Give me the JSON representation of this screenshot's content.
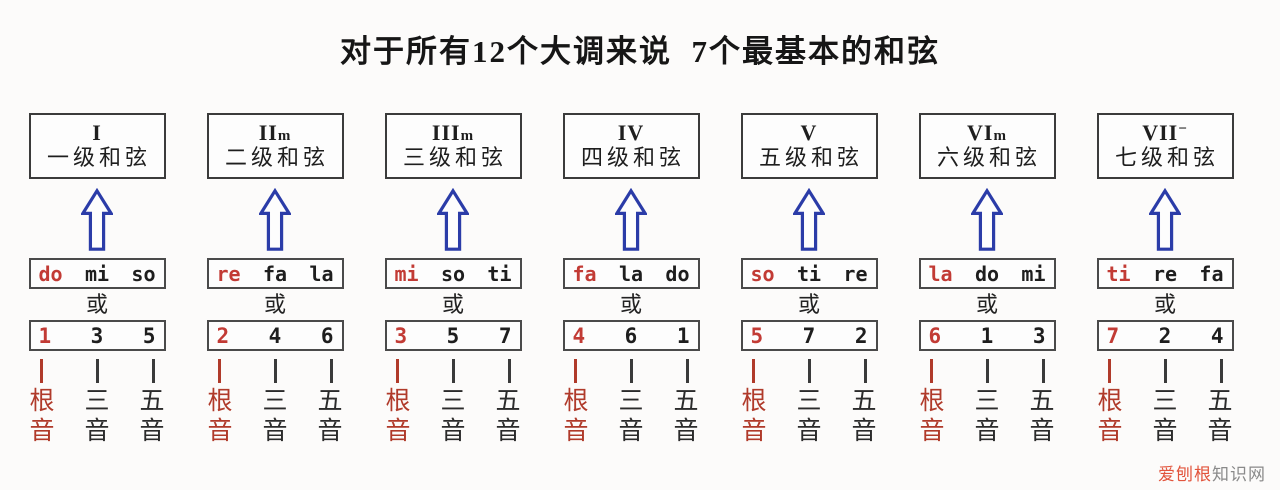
{
  "title": "对于所有12个大调来说  7个最基本的和弦",
  "or_label": "或",
  "roles": [
    "根音",
    "三音",
    "五音"
  ],
  "watermark": {
    "highlight": "爱刨根",
    "suffix": "知识网"
  },
  "colors": {
    "accent_red": "#c23b35",
    "role_red": "#b03a2a",
    "arrow_blue": "#2b3ca8",
    "watermark_red": "#e2543c"
  },
  "columns": [
    {
      "numeral": "I",
      "minor_suffix": "",
      "dim_suffix": "",
      "name": "一级和弦",
      "notes": [
        "do",
        "mi",
        "so"
      ],
      "degrees": [
        "1",
        "3",
        "5"
      ]
    },
    {
      "numeral": "II",
      "minor_suffix": "m",
      "dim_suffix": "",
      "name": "二级和弦",
      "notes": [
        "re",
        "fa",
        "la"
      ],
      "degrees": [
        "2",
        "4",
        "6"
      ]
    },
    {
      "numeral": "III",
      "minor_suffix": "m",
      "dim_suffix": "",
      "name": "三级和弦",
      "notes": [
        "mi",
        "so",
        "ti"
      ],
      "degrees": [
        "3",
        "5",
        "7"
      ]
    },
    {
      "numeral": "IV",
      "minor_suffix": "",
      "dim_suffix": "",
      "name": "四级和弦",
      "notes": [
        "fa",
        "la",
        "do"
      ],
      "degrees": [
        "4",
        "6",
        "1"
      ]
    },
    {
      "numeral": "V",
      "minor_suffix": "",
      "dim_suffix": "",
      "name": "五级和弦",
      "notes": [
        "so",
        "ti",
        "re"
      ],
      "degrees": [
        "5",
        "7",
        "2"
      ]
    },
    {
      "numeral": "VI",
      "minor_suffix": "m",
      "dim_suffix": "",
      "name": "六级和弦",
      "notes": [
        "la",
        "do",
        "mi"
      ],
      "degrees": [
        "6",
        "1",
        "3"
      ]
    },
    {
      "numeral": "VII",
      "minor_suffix": "",
      "dim_suffix": "−",
      "name": "七级和弦",
      "notes": [
        "ti",
        "re",
        "fa"
      ],
      "degrees": [
        "7",
        "2",
        "4"
      ]
    }
  ]
}
